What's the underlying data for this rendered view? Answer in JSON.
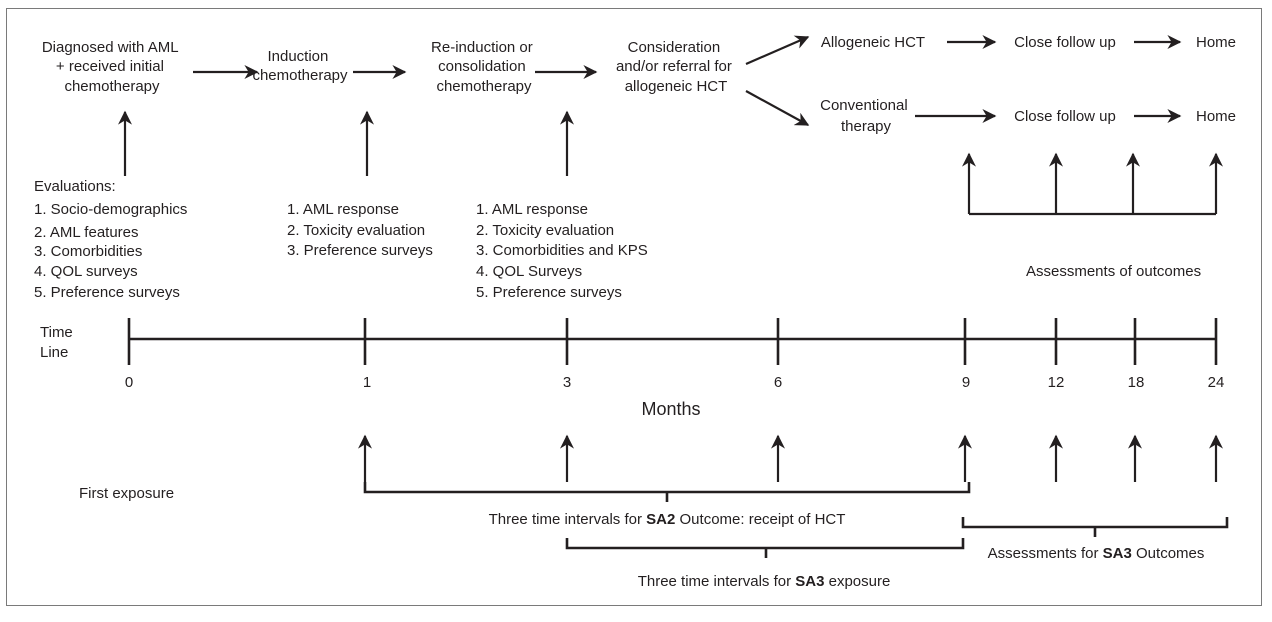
{
  "flow": {
    "step0": [
      "Diagnosed with AML",
      "+ received initial",
      "chemotherapy"
    ],
    "step1": [
      "Induction",
      "chemotherapy"
    ],
    "step2": [
      "Re-induction or",
      "consolidation",
      "chemotherapy"
    ],
    "step3": [
      "Consideration",
      "and/or referral for",
      "allogeneic HCT"
    ],
    "branch_top": "Allogeneic HCT",
    "branch_bottom": [
      "Conventional",
      "therapy"
    ],
    "follow_up": "Close follow up",
    "home": "Home"
  },
  "evaluations": {
    "at_0": [
      "Evaluations:",
      "1. Socio-demographics",
      "2. AML features",
      "3. Comorbidities",
      "4. QOL surveys",
      "5. Preference surveys"
    ],
    "at_1": [
      "1. AML response",
      "2. Toxicity evaluation",
      "3. Preference surveys"
    ],
    "at_3": [
      "1. AML response",
      "2. Toxicity evaluation",
      "3. Comorbidities and KPS",
      "4. QOL Surveys",
      "5. Preference surveys"
    ]
  },
  "assessments_outcomes": "Assessments of outcomes",
  "timeline": {
    "label": [
      "Time",
      "Line"
    ],
    "ticks": [
      "0",
      "1",
      "3",
      "6",
      "9",
      "12",
      "18",
      "24"
    ],
    "unit": "Months"
  },
  "first_exposure": "First exposure",
  "brackets": {
    "sa2": {
      "pre": "Three time intervals for ",
      "bold": "SA2",
      "post": " Outcome: receipt of HCT"
    },
    "sa3_outcomes": {
      "pre": "Assessments for ",
      "bold": "SA3",
      "post": " Outcomes"
    },
    "sa3_exposure": {
      "pre": "Three time intervals for ",
      "bold": "SA3",
      "post": " exposure"
    }
  }
}
